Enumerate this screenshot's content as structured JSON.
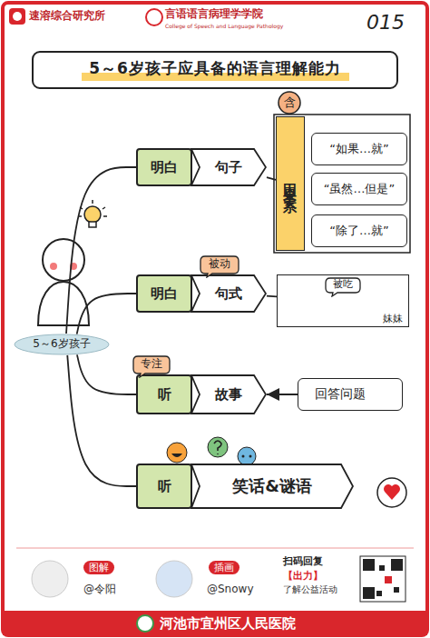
{
  "diagram": {
    "title": "5～6岁孩子应具备的语言理解能力",
    "nodes": [
      {
        "text": [
          "5～6岁孩子"
        ]
      },
      {
        "text": [
          "明白"
        ]
      },
      {
        "text": [
          "句子"
        ]
      },
      {
        "text": [
          "含"
        ]
      },
      {
        "text": [
          "因果关系"
        ]
      },
      {
        "text": [
          "“如果…就”"
        ]
      },
      {
        "text": [
          "“虽然…但是”"
        ]
      },
      {
        "text": [
          "“除了…就”"
        ]
      },
      {
        "text": [
          "明白"
        ]
      },
      {
        "text": [
          "句式"
        ]
      },
      {
        "text": [
          "被动"
        ]
      },
      {
        "text": [
          "妹妹"
        ]
      },
      {
        "text": [
          "被吃"
        ],
        "in": 11
      },
      {
        "text": [
          "听"
        ]
      },
      {
        "text": [
          "故事"
        ]
      },
      {
        "text": [
          "专注"
        ]
      },
      {
        "text": [
          "回答问题"
        ]
      },
      {
        "text": [
          "听"
        ]
      },
      {
        "text": [
          "笑话&谜语"
        ]
      }
    ],
    "edges": [
      {
        "from": 0,
        "to": 1,
        "arrow": "none"
      },
      {
        "from": 0,
        "to": 8,
        "arrow": "none"
      },
      {
        "from": 0,
        "to": 13,
        "arrow": "none"
      },
      {
        "from": 0,
        "to": 17,
        "arrow": "none"
      },
      {
        "from": 2,
        "to": 4,
        "arrow": "none"
      },
      {
        "from": 9,
        "to": 11,
        "arrow": "none"
      },
      {
        "from": 16,
        "to": 14,
        "arrow": "to"
      }
    ],
    "labels": [
      "速溶综合研究所",
      "言语语言病理学学院",
      "College of Speech and Language Pathology",
      "015",
      "图解",
      "@令阳",
      "插画",
      "@Snowy",
      "扫码回复",
      "【出力】",
      "了解公益活动",
      "河池市宜州区人民医院"
    ]
  }
}
